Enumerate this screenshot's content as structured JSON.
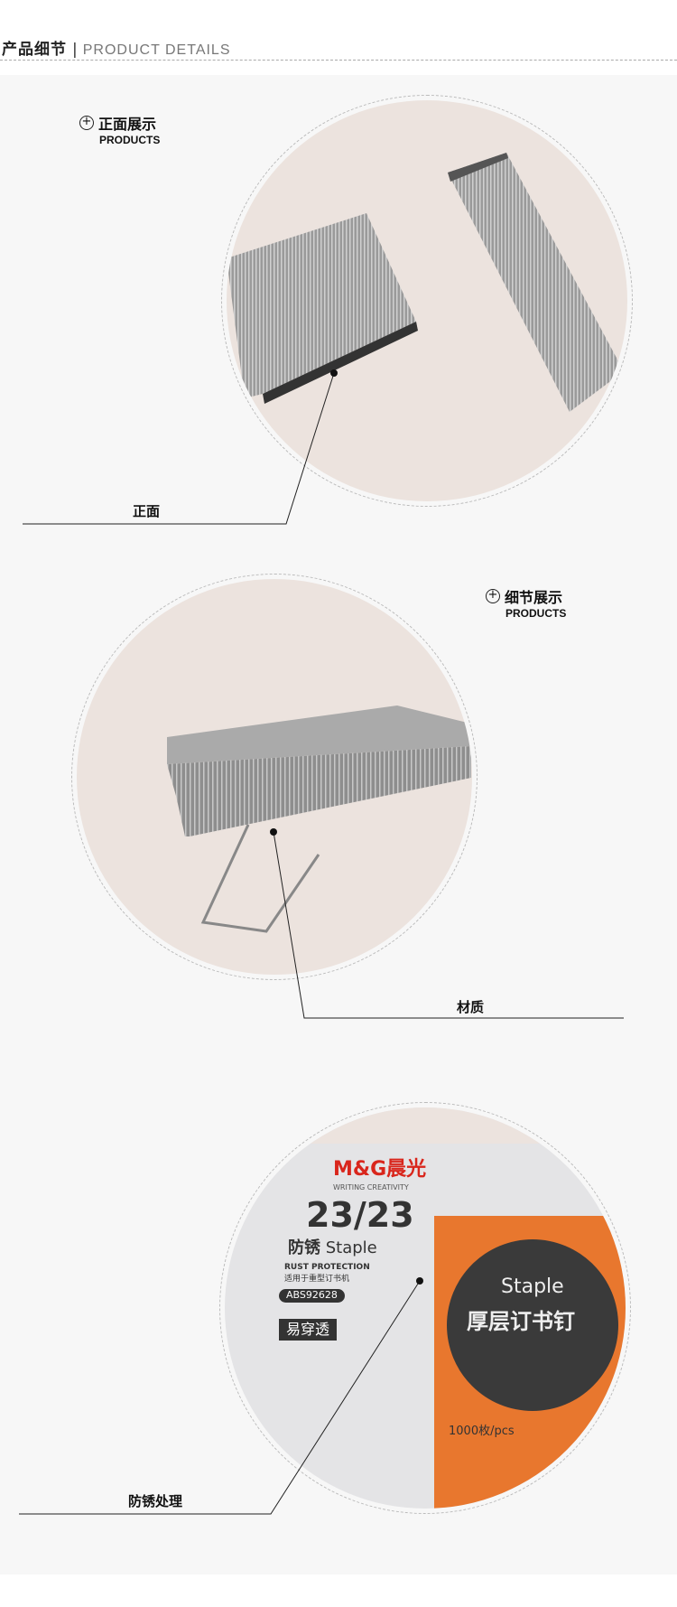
{
  "header": {
    "title_cn": "产品细节",
    "separator": "|",
    "title_en": "PRODUCT DETAILS"
  },
  "sections": [
    {
      "heading": "正面展示",
      "subheading": "PRODUCTS",
      "caption": "正面"
    },
    {
      "heading": "细节展示",
      "subheading": "PRODUCTS",
      "caption": "材质"
    },
    {
      "caption": "防锈处理"
    }
  ],
  "box": {
    "brand": "M&G晨光",
    "tagline": "WRITING CREATIVITY",
    "size": "23/23",
    "type_cn": "防锈",
    "type_en": "Staple",
    "rust": "RUST PROTECTION",
    "fit": "适用于重型订书机",
    "model": "ABS92628",
    "easy": "易穿透",
    "panel_en": "Staple",
    "panel_cn": "厚层订书钉",
    "count": "1000枚/pcs"
  },
  "colors": {
    "accent": "#e8772e",
    "dark": "#3a3a3a",
    "brand_red": "#d9261c"
  }
}
